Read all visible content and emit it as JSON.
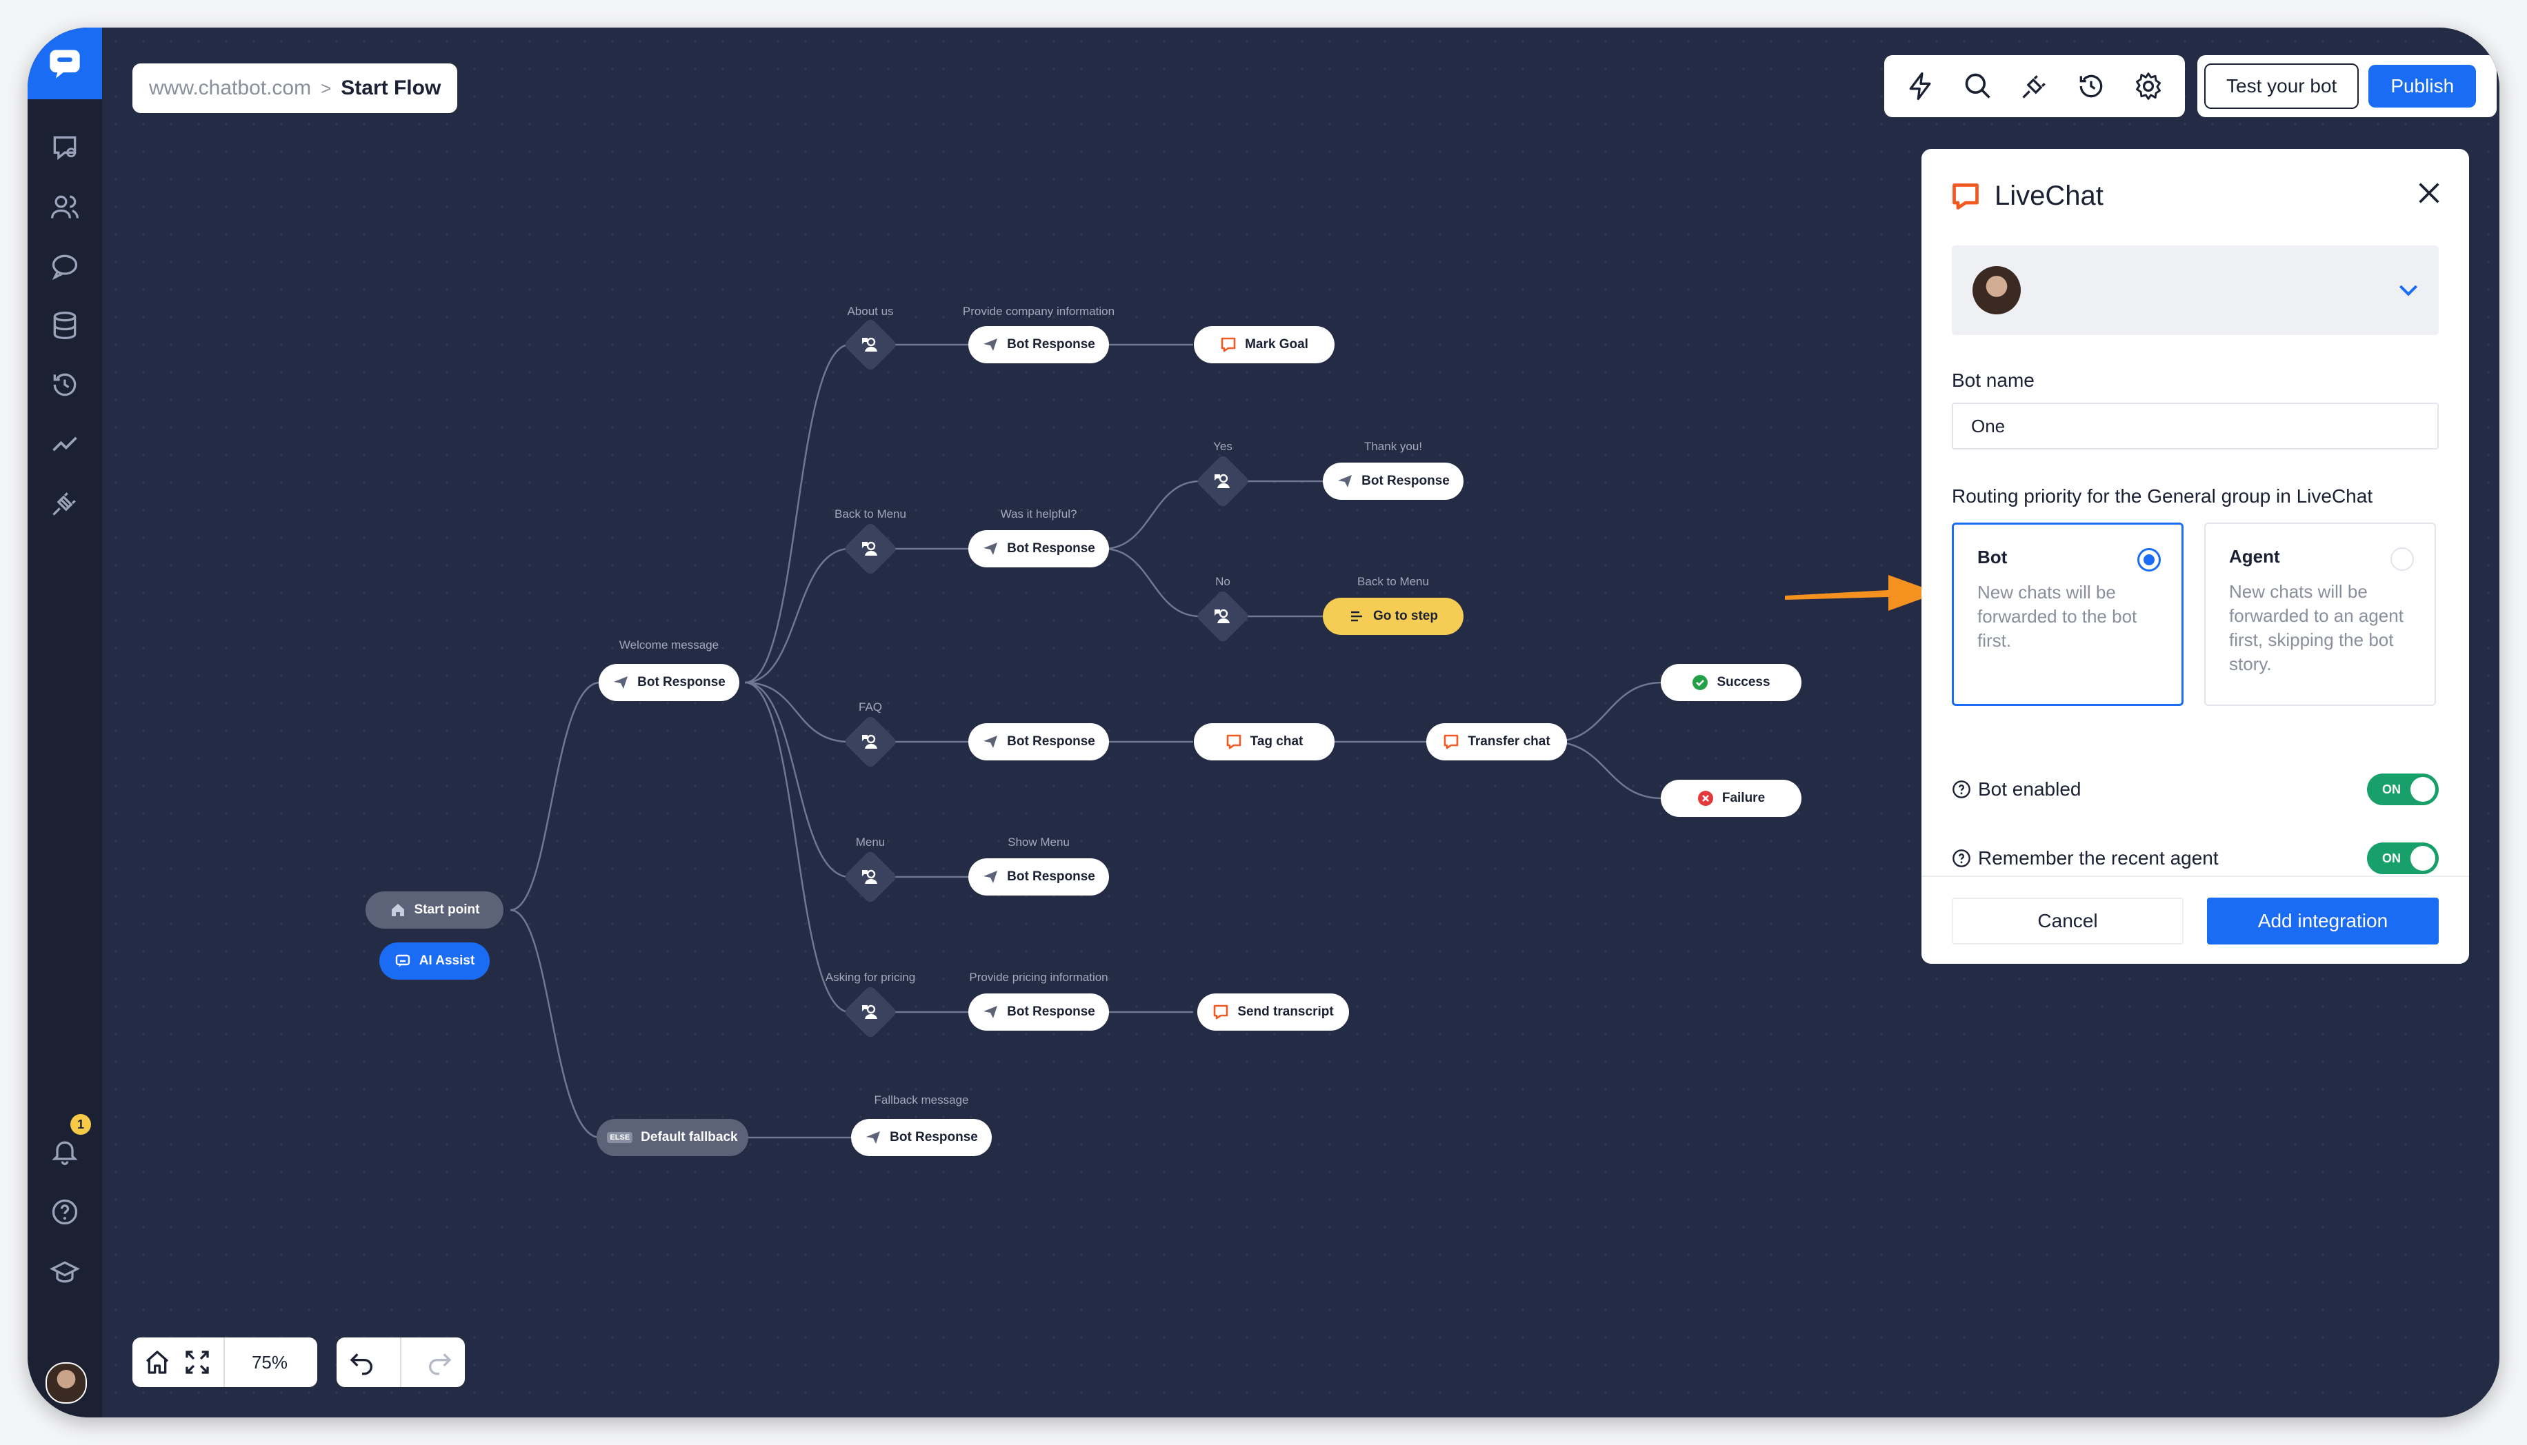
{
  "breadcrumb": {
    "site": "www.chatbot.com",
    "separator": ">",
    "flow": "Start Flow"
  },
  "toolbar": {
    "icons": [
      "lightning-icon",
      "search-icon",
      "plug-icon",
      "history-icon",
      "settings-icon"
    ],
    "test_label": "Test your bot",
    "publish_label": "Publish"
  },
  "sidebar": {
    "items": [
      "chat-icon",
      "users-icon",
      "chats-icon",
      "database-icon",
      "history-icon",
      "analytics-icon",
      "integrations-icon"
    ],
    "bottom": [
      "bell-icon",
      "help-icon",
      "academy-icon"
    ],
    "notification_count": "1"
  },
  "flow": {
    "start": "Start point",
    "ai_assist": "AI Assist",
    "welcome_label": "Welcome message",
    "welcome_node": "Bot Response",
    "fallback_node": "Default fallback",
    "fallback_badge": "ELSE",
    "fallback_label": "Fallback message",
    "fallback_response": "Bot Response",
    "branches": {
      "about_label": "About us",
      "about_response_label": "Provide company information",
      "about_response": "Bot Response",
      "mark_goal": "Mark Goal",
      "back_label": "Back to Menu",
      "helpful_label": "Was it helpful?",
      "helpful_response": "Bot Response",
      "yes_label": "Yes",
      "thanks_label": "Thank you!",
      "thanks_response": "Bot Response",
      "no_label": "No",
      "goto_label": "Back to Menu",
      "goto_step": "Go to step",
      "faq_label": "FAQ",
      "faq_response": "Bot Response",
      "tag_chat": "Tag chat",
      "transfer_chat": "Transfer chat",
      "success": "Success",
      "failure": "Failure",
      "menu_label": "Menu",
      "show_menu_label": "Show Menu",
      "menu_response": "Bot Response",
      "pricing_label": "Asking for pricing",
      "pricing_response_label": "Provide pricing information",
      "pricing_response": "Bot Response",
      "send_transcript": "Send transcript"
    }
  },
  "zoom": {
    "level": "75%"
  },
  "panel": {
    "title": "LiveChat",
    "bot_name_label": "Bot name",
    "bot_name_value": "One",
    "routing_label": "Routing priority for the General group in LiveChat",
    "options": [
      {
        "title": "Bot",
        "desc": "New chats will be forwarded to the bot first.",
        "selected": true
      },
      {
        "title": "Agent",
        "desc": "New chats will be forwarded to an agent first, skipping the bot story.",
        "selected": false
      }
    ],
    "bot_enabled_label": "Bot enabled",
    "bot_enabled_state": "ON",
    "remember_label": "Remember the recent agent",
    "remember_state": "ON",
    "cancel_label": "Cancel",
    "add_label": "Add integration"
  },
  "colors": {
    "accent": "#1a6cf5",
    "canvas": "#242b45",
    "sidebar": "#1b2033",
    "toggle_on": "#18a06a",
    "annotation_arrow": "#f5911e",
    "goto_node": "#f5cd54"
  }
}
